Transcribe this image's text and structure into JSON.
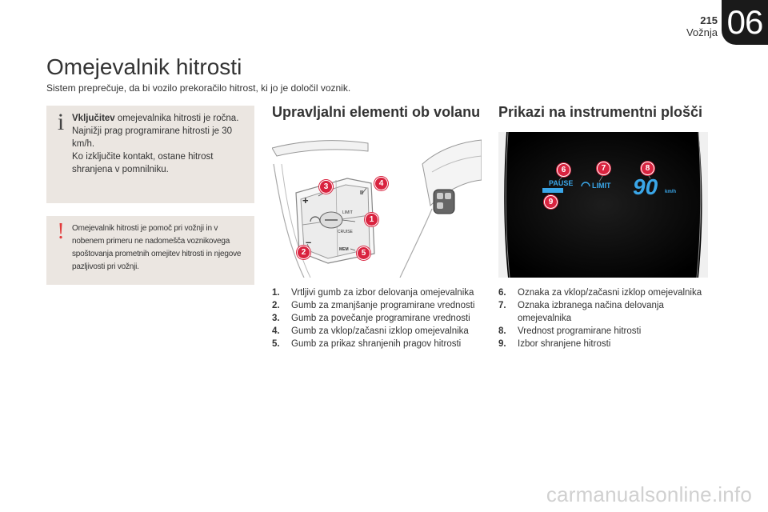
{
  "header": {
    "page_number": "215",
    "section": "Vožnja",
    "chapter": "06"
  },
  "title": "Omejevalnik hitrosti",
  "intro": "Sistem preprečuje, da bi vozilo prekoračilo hitrost, ki jo je določil voznik.",
  "info_box": {
    "icon": "i",
    "bold_lead": "Vključitev",
    "text_rest": " omejevalnika hitrosti je ročna.",
    "line2": "Najnižji prag programirane hitrosti je 30 km/h.",
    "line3": "Ko izključite kontakt, ostane hitrost shranjena v pomnilniku."
  },
  "warning_box": {
    "icon": "!",
    "text": "Omejevalnik hitrosti je pomoč pri vožnji in v nobenem primeru ne nadomešča voznikovega spoštovanja prometnih omejitev hitrosti in njegove pazljivosti pri vožnji."
  },
  "controls": {
    "heading": "Upravljalni elementi ob volanu",
    "image_labels": {
      "limit": "LIMIT",
      "cruise": "CRUISE",
      "mem": "MEM",
      "pause_sym": "II",
      "plus": "+",
      "minus": "–"
    },
    "callouts": [
      "3",
      "4",
      "1",
      "2",
      "5"
    ],
    "items": [
      {
        "num": "1.",
        "text": "Vrtljivi gumb za izbor delovanja omejevalnika"
      },
      {
        "num": "2.",
        "text": "Gumb za zmanjšanje programirane vrednosti"
      },
      {
        "num": "3.",
        "text": "Gumb za povečanje programirane vrednosti"
      },
      {
        "num": "4.",
        "text": "Gumb za vklop/začasni izklop omejevalnika"
      },
      {
        "num": "5.",
        "text": "Gumb za prikaz shranjenih pragov hitrosti"
      }
    ]
  },
  "display": {
    "heading": "Prikazi na instrumentni plošči",
    "image_labels": {
      "pause": "PAUSE",
      "limit": "LIMIT",
      "speed": "90",
      "unit": "km/h"
    },
    "callouts": [
      "6",
      "7",
      "8",
      "9"
    ],
    "items": [
      {
        "num": "6.",
        "text": "Oznaka za vklop/začasni izklop omejevalnika"
      },
      {
        "num": "7.",
        "text": "Oznaka izbranega načina delovanja omejevalnika"
      },
      {
        "num": "8.",
        "text": "Vrednost programirane hitrosti"
      },
      {
        "num": "9.",
        "text": "Izbor shranjene hitrosti"
      }
    ]
  },
  "watermark": "carmanualsonline.info",
  "colors": {
    "callout_red": "#d9233f",
    "box_beige": "#ebe6e1",
    "warning_red": "#e23b3b",
    "dash_blue": "#3aa6e8"
  }
}
